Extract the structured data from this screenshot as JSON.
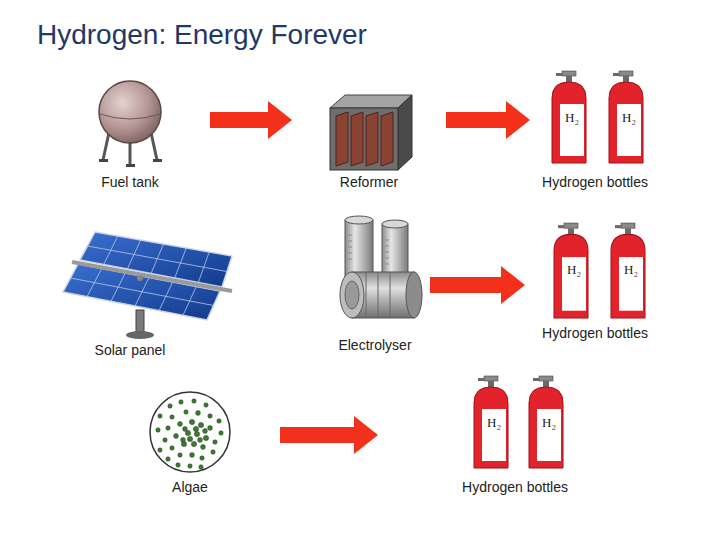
{
  "diagram": {
    "title": "Hydrogen:  Energy Forever",
    "nodes": [
      {
        "text": [
          "Fuel tank"
        ]
      },
      {
        "text": [
          "Reformer"
        ]
      },
      {
        "text": [
          "Hydrogen bottles"
        ]
      },
      {
        "text": [
          "H₂"
        ],
        "in": 2
      },
      {
        "text": [
          "H₂"
        ],
        "in": 2
      },
      {
        "text": [
          "Solar panel"
        ]
      },
      {
        "text": [
          "Electrolyser"
        ]
      },
      {
        "text": [
          "Hydrogen bottles"
        ]
      },
      {
        "text": [
          "H₂"
        ],
        "in": 7
      },
      {
        "text": [
          "H₂"
        ],
        "in": 7
      },
      {
        "text": [
          "Algae"
        ]
      },
      {
        "text": [
          "Hydrogen bottles"
        ]
      },
      {
        "text": [
          "H₂"
        ],
        "in": 11
      },
      {
        "text": [
          "H₂"
        ],
        "in": 11
      }
    ],
    "edges": [
      {
        "from": 0,
        "to": 1,
        "arrow": "to"
      },
      {
        "from": 1,
        "to": 2,
        "arrow": "to"
      },
      {
        "from": 6,
        "to": 7,
        "arrow": "to"
      },
      {
        "from": 10,
        "to": 11,
        "arrow": "to"
      }
    ]
  }
}
